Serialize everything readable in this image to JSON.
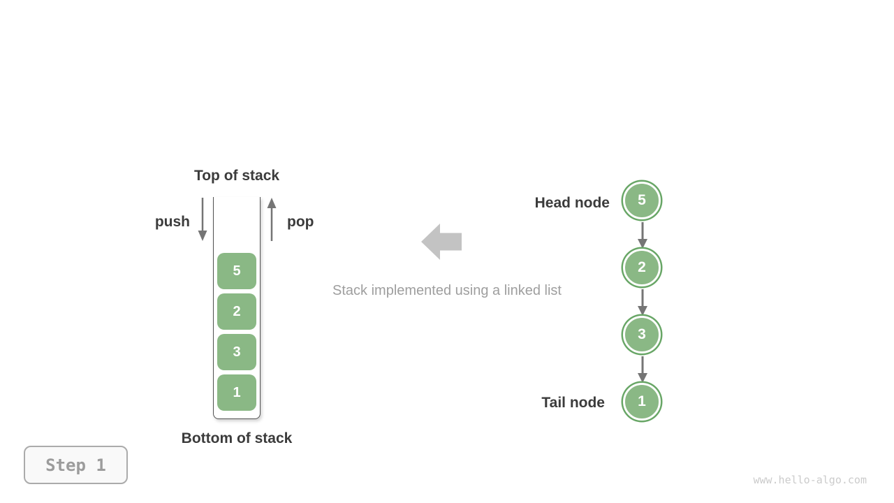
{
  "stack": {
    "top_label": "Top of stack",
    "bottom_label": "Bottom of stack",
    "push_label": "push",
    "pop_label": "pop",
    "items": [
      "5",
      "2",
      "3",
      "1"
    ]
  },
  "center": {
    "caption": "Stack implemented using a linked list",
    "arrow_icon": "left-arrow"
  },
  "linked_list": {
    "head_label": "Head node",
    "tail_label": "Tail node",
    "nodes": [
      "5",
      "2",
      "3",
      "1"
    ]
  },
  "footer": {
    "step_label": "Step 1",
    "watermark": "www.hello-algo.com"
  },
  "colors": {
    "text_dark": "#3b3b3b",
    "text_gray": "#9e9e9e",
    "node_fill": "#8ab885",
    "node_border": "#68a666",
    "container_border": "#525252",
    "connector_gray": "#757575",
    "arrow_gray": "#c3c3c3",
    "badge_border": "#ababab",
    "badge_bg": "#f9f9f9",
    "badge_text": "#9c9c9c",
    "watermark_color": "#cbcbcb"
  }
}
